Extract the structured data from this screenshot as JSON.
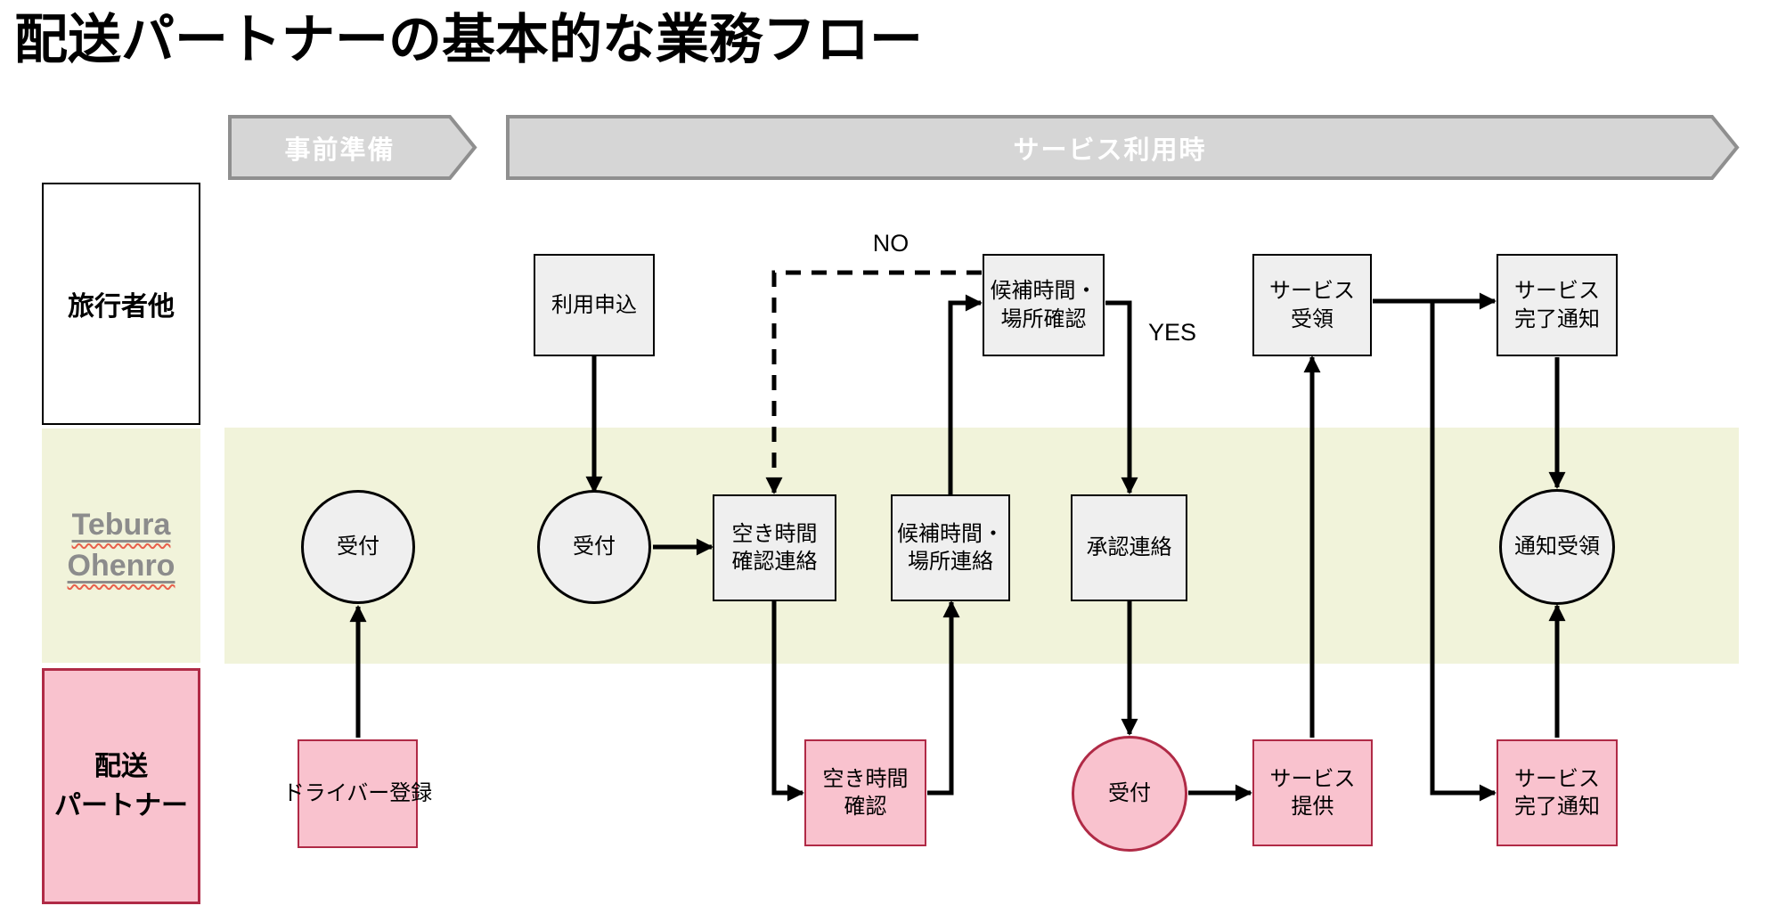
{
  "title": "配送パートナーの基本的な業務フロー",
  "phases": {
    "prep": "事前準備",
    "service": "サービス利用時"
  },
  "lanes": {
    "travelers": {
      "label": "旅行者他"
    },
    "tebura": {
      "line1": "Tebura",
      "line2": "Ohenro"
    },
    "partner": {
      "label": "配送\nパートナー"
    }
  },
  "nodes": {
    "apply": {
      "label": "利用申込"
    },
    "candidate_confirm": {
      "label": "候補時間・\n場所確認"
    },
    "service_receive": {
      "label": "サービス\n受領"
    },
    "service_done_top": {
      "label": "サービス\n完了通知"
    },
    "reception_prep": {
      "label": "受付"
    },
    "reception_use": {
      "label": "受付"
    },
    "free_time_contact": {
      "label": "空き時間\n確認連絡"
    },
    "candidate_contact": {
      "label": "候補時間・\n場所連絡"
    },
    "approval_contact": {
      "label": "承認連絡"
    },
    "notice_receive": {
      "label": "通知受領"
    },
    "driver_register": {
      "label": "ドライバー登録"
    },
    "free_time_check": {
      "label": "空き時間\n確認"
    },
    "reception_partner": {
      "label": "受付"
    },
    "service_provide": {
      "label": "サービス\n提供"
    },
    "service_done_bottom": {
      "label": "サービス\n完了通知"
    }
  },
  "branch_labels": {
    "no": "NO",
    "yes": "YES"
  },
  "colors": {
    "pink_fill": "#f9c2ce",
    "pink_border": "#b02a46",
    "gray_fill": "#efefef",
    "node_border": "#000000",
    "lane_band": "#f1f3da",
    "header_fill": "#d6d6d6",
    "header_border": "#8f8f8f",
    "tebura_text": "#8c8c8c",
    "squiggle": "#e8604c",
    "arrow": "#000000"
  }
}
